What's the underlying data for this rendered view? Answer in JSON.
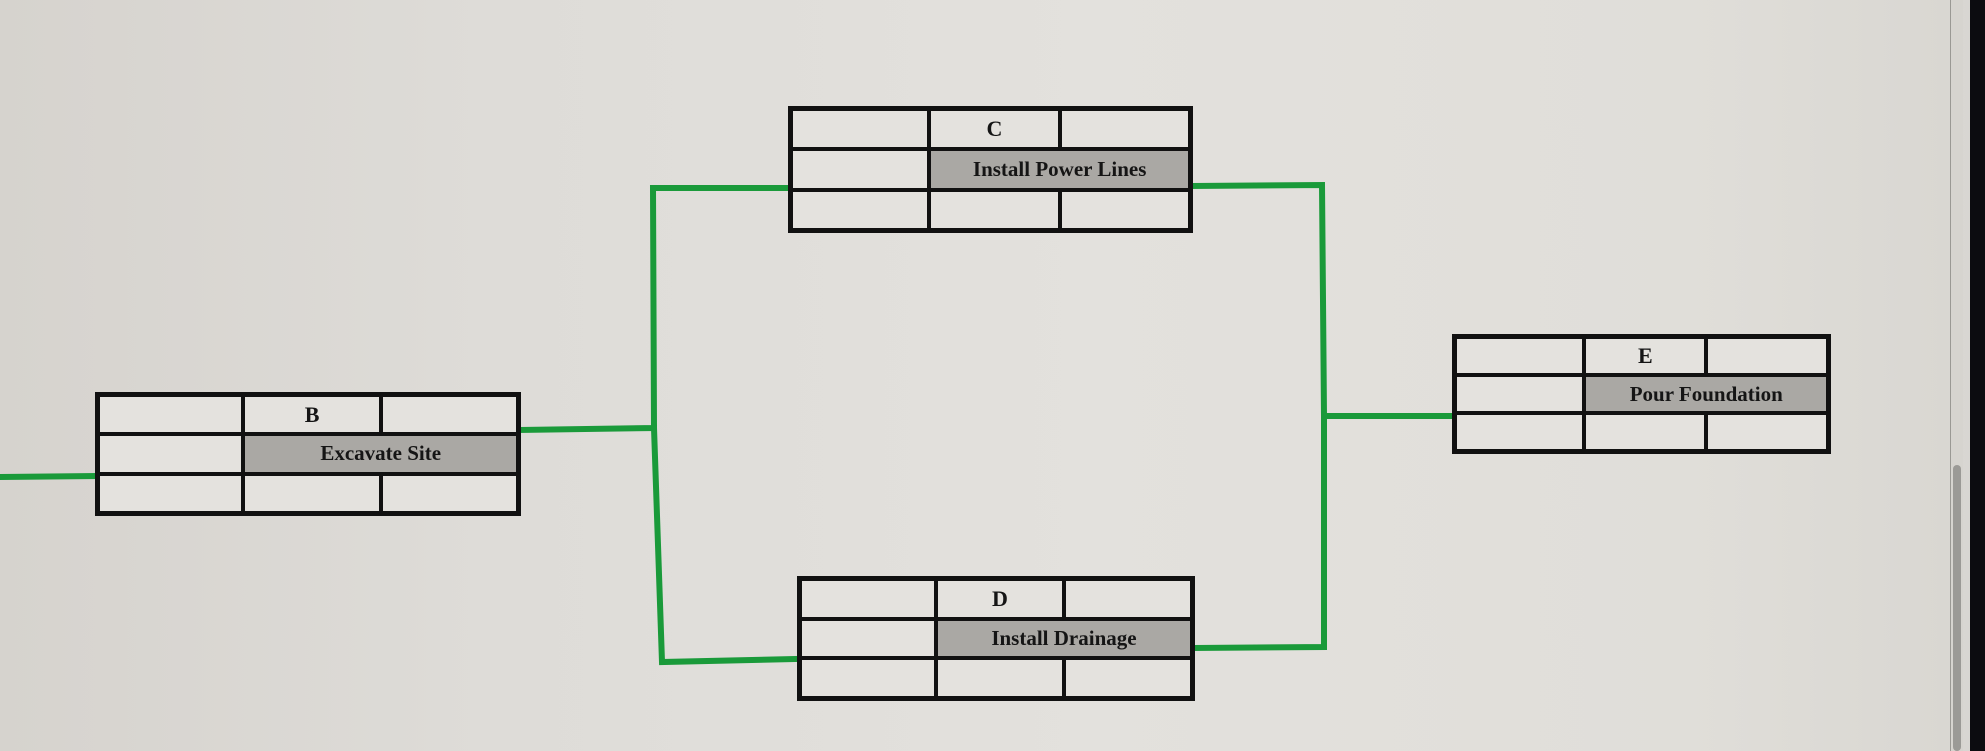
{
  "diagram": {
    "type": "activity-on-node network",
    "connector_color": "#1a9a3a",
    "cell_highlight_color": "#aaa8a4",
    "nodes": [
      {
        "id": "B",
        "label": "Excavate Site",
        "cells": {
          "top_left": "",
          "top_right": "",
          "mid_left": "",
          "bottom_left": "",
          "bottom_mid": "",
          "bottom_right": ""
        }
      },
      {
        "id": "C",
        "label": "Install Power Lines",
        "cells": {
          "top_left": "",
          "top_right": "",
          "mid_left": "",
          "bottom_left": "",
          "bottom_mid": "",
          "bottom_right": ""
        }
      },
      {
        "id": "D",
        "label": "Install Drainage",
        "cells": {
          "top_left": "",
          "top_right": "",
          "mid_left": "",
          "bottom_left": "",
          "bottom_mid": "",
          "bottom_right": ""
        }
      },
      {
        "id": "E",
        "label": "Pour Foundation",
        "cells": {
          "top_left": "",
          "top_right": "",
          "mid_left": "",
          "bottom_left": "",
          "bottom_mid": "",
          "bottom_right": ""
        }
      }
    ],
    "edges": [
      {
        "from": "(offscreen)",
        "to": "B"
      },
      {
        "from": "B",
        "to": "C"
      },
      {
        "from": "B",
        "to": "D"
      },
      {
        "from": "C",
        "to": "E"
      },
      {
        "from": "D",
        "to": "E"
      }
    ]
  },
  "scrollbar": {
    "orientation": "vertical",
    "thumb_position": "bottom"
  }
}
